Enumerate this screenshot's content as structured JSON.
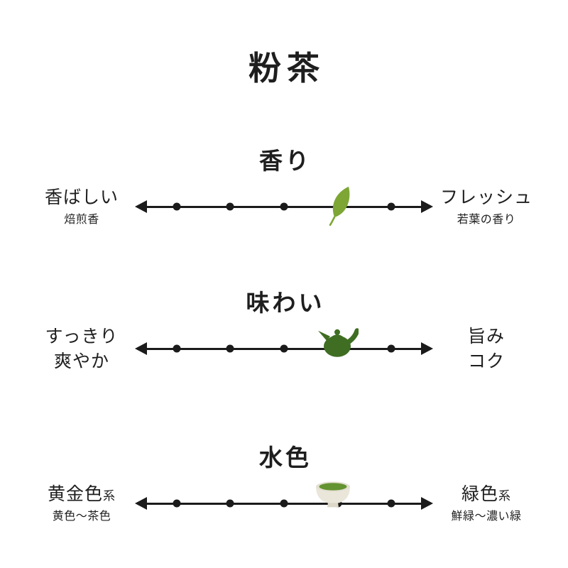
{
  "title": "粉茶",
  "colors": {
    "text": "#1e1e1e",
    "scale_line": "#1b1b1b",
    "leaf_green": "#7da635",
    "teapot_green": "#3f6e22",
    "tea_liquid_green": "#649331",
    "bowl_cream": "#eae6da"
  },
  "scales": [
    {
      "heading": "香り",
      "left": {
        "label": "香ばしい",
        "sub": "焙煎香"
      },
      "right": {
        "label": "フレッシュ",
        "sub": "若葉の香り"
      },
      "marker_icon": "leaf-icon",
      "marker_percent": 69,
      "marker_value": 4,
      "steps": 5
    },
    {
      "heading": "味わい",
      "left": {
        "line1": "すっきり",
        "line2": "爽やか"
      },
      "right": {
        "line1": "旨み",
        "line2": "コク"
      },
      "marker_icon": "teapot-icon",
      "marker_percent": 68,
      "marker_value": 4,
      "steps": 5
    },
    {
      "heading": "水色",
      "left": {
        "label": "黄金色",
        "suffix": "系",
        "sub": "黄色〜茶色"
      },
      "right": {
        "label": "緑色",
        "suffix": "系",
        "sub": "鮮緑〜濃い緑"
      },
      "marker_icon": "tea-bowl-icon",
      "marker_percent": 66.5,
      "marker_value": 4,
      "steps": 5
    }
  ],
  "chart_data": {
    "type": "scatter",
    "title": "粉茶",
    "description": "Three 5-step semantic differential scales with a marker icon at step 4 of 5 on each",
    "scales": [
      {
        "name": "香り",
        "left_end": "香ばしい（焙煎香）",
        "right_end": "フレッシュ（若葉の香り）",
        "value": 4,
        "range": [
          1,
          5
        ]
      },
      {
        "name": "味わい",
        "left_end": "すっきり爽やか",
        "right_end": "旨み・コク",
        "value": 4,
        "range": [
          1,
          5
        ]
      },
      {
        "name": "水色",
        "left_end": "黄金色系（黄色〜茶色）",
        "right_end": "緑色系（鮮緑〜濃い緑）",
        "value": 4,
        "range": [
          1,
          5
        ]
      }
    ]
  }
}
